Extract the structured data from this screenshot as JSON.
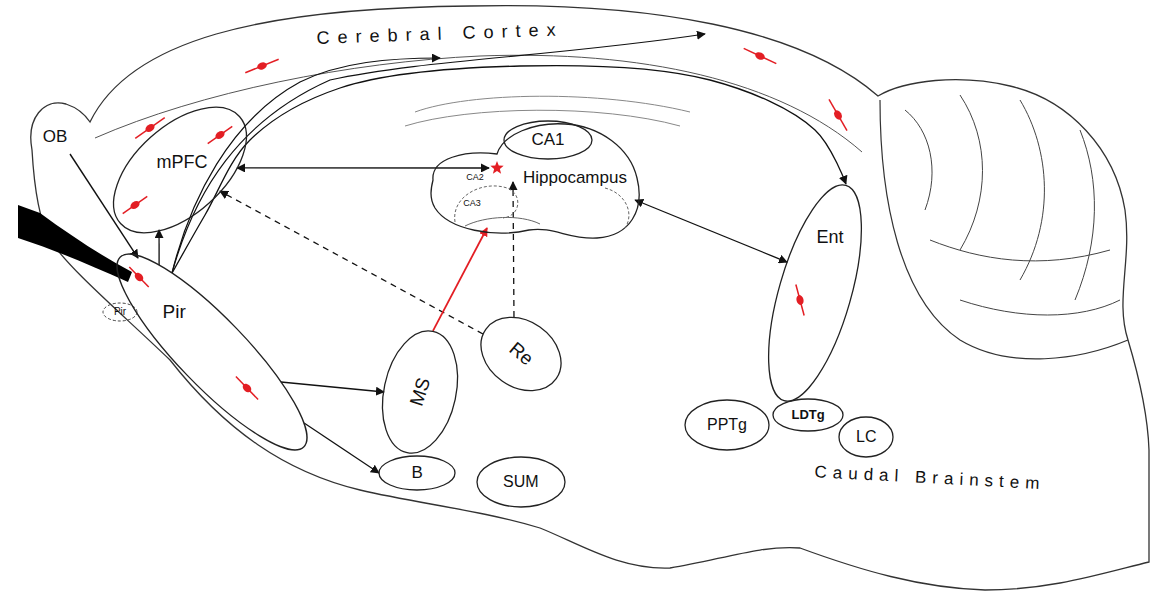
{
  "diagram": {
    "nodes": [
      {
        "text": [
          "mPFC"
        ]
      },
      {
        "text": [
          "Hippocampus"
        ]
      },
      {
        "text": [
          "CA1"
        ],
        "in": 1
      },
      {
        "text": [
          "Pir"
        ]
      },
      {
        "text": [
          "MS"
        ]
      },
      {
        "text": [
          "Re"
        ]
      },
      {
        "text": [
          "B"
        ]
      },
      {
        "text": [
          "SUM"
        ]
      },
      {
        "text": [
          "Ent"
        ]
      },
      {
        "text": [
          "LDTg"
        ]
      },
      {
        "text": [
          "LC"
        ]
      },
      {
        "text": [
          "PPTg"
        ]
      }
    ],
    "edges": [
      {
        "from": 3,
        "to": 0,
        "arrow": "to"
      },
      {
        "from": 3,
        "to": 8,
        "arrow": "to"
      },
      {
        "from": 3,
        "to": 4,
        "arrow": "to"
      },
      {
        "from": 3,
        "to": 6,
        "arrow": "to"
      },
      {
        "from": 0,
        "to": 1,
        "arrow": "both"
      },
      {
        "from": 5,
        "to": 0,
        "arrow": "to"
      },
      {
        "from": 5,
        "to": 1,
        "arrow": "to"
      },
      {
        "from": 4,
        "to": 1,
        "arrow": "to"
      },
      {
        "from": 1,
        "to": 8,
        "arrow": "both"
      }
    ],
    "labels": [
      "OB",
      "Cerebral Cortex",
      "CA2",
      "CA3",
      "Pir",
      "Caudal Brainstem"
    ]
  }
}
